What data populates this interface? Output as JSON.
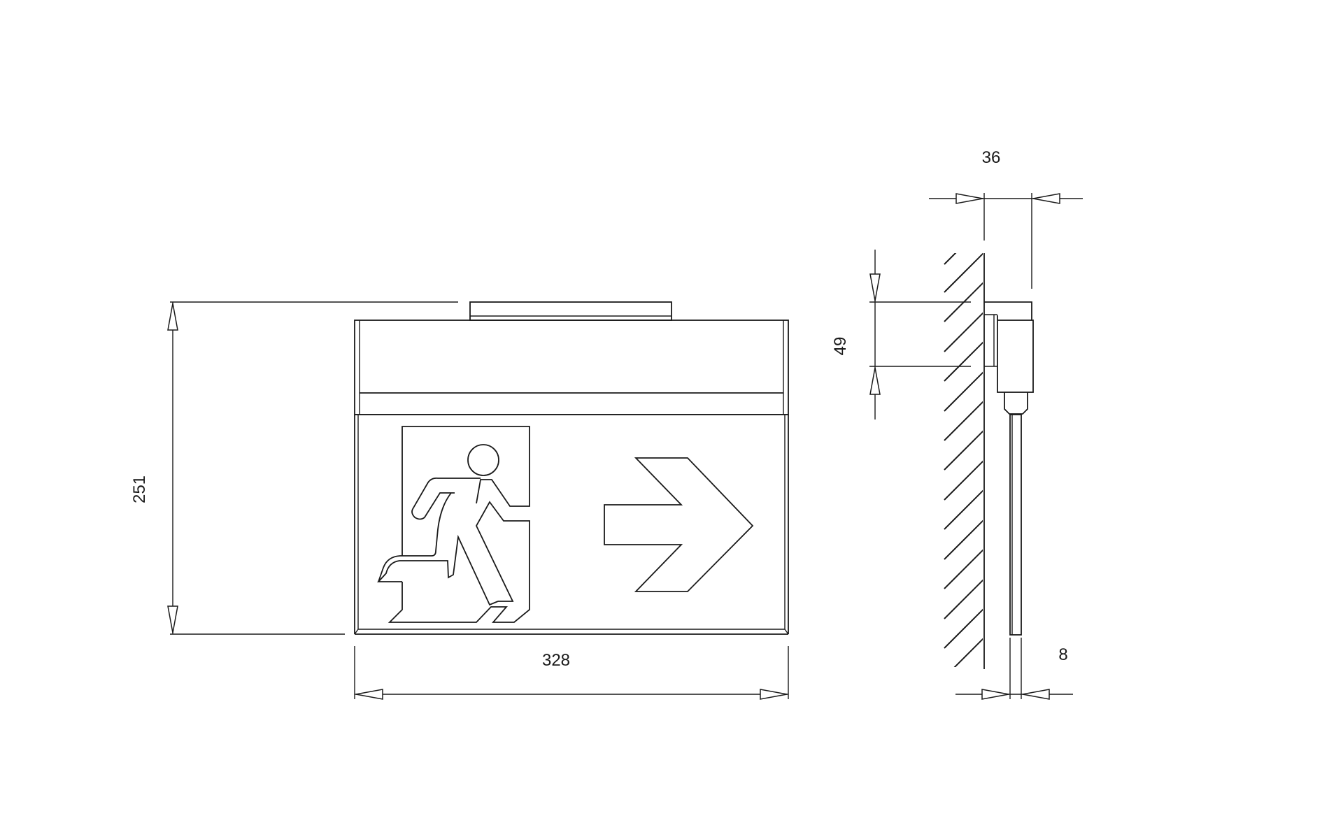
{
  "drawing": {
    "dimensions": {
      "height": "251",
      "width": "328",
      "depth": "36",
      "bracket_height": "49",
      "panel_thickness": "8"
    }
  }
}
